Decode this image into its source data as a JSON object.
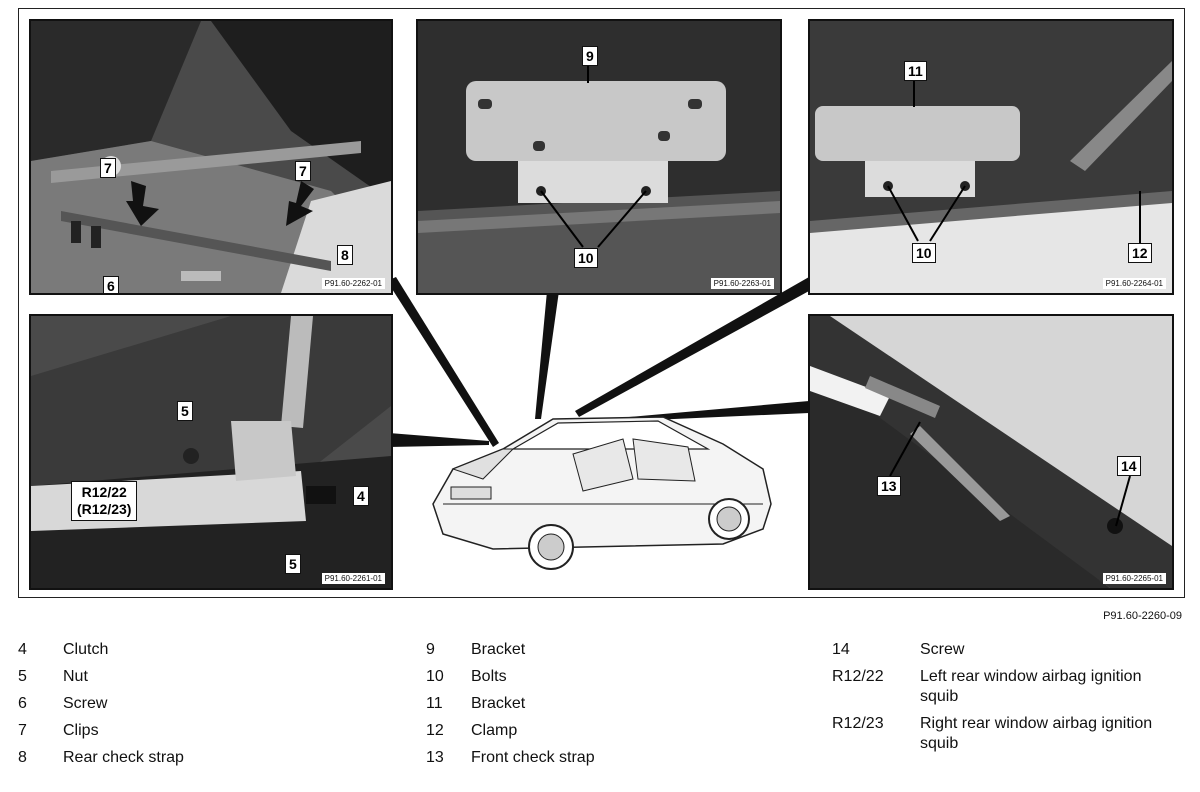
{
  "panels": [
    {
      "ref": "P91.60-2262-01",
      "callouts": [
        "7",
        "7",
        "8",
        "6"
      ]
    },
    {
      "ref": "P91.60-2263-01",
      "callouts": [
        "9",
        "10"
      ]
    },
    {
      "ref": "P91.60-2264-01",
      "callouts": [
        "11",
        "10",
        "12"
      ]
    },
    {
      "ref": "P91.60-2261-01",
      "callouts": [
        "5",
        "R12/22",
        "(R12/23)",
        "4",
        "5"
      ]
    },
    {
      "ref": "P91.60-2265-01",
      "callouts": [
        "13",
        "14"
      ]
    }
  ],
  "figure_id": "P91.60-2260-09",
  "legend": [
    [
      {
        "num": "4",
        "label": "Clutch"
      },
      {
        "num": "5",
        "label": "Nut"
      },
      {
        "num": "6",
        "label": "Screw"
      },
      {
        "num": "7",
        "label": "Clips"
      },
      {
        "num": "8",
        "label": "Rear check strap"
      }
    ],
    [
      {
        "num": "9",
        "label": "Bracket"
      },
      {
        "num": "10",
        "label": "Bolts"
      },
      {
        "num": "11",
        "label": "Bracket"
      },
      {
        "num": "12",
        "label": "Clamp"
      },
      {
        "num": "13",
        "label": "Front check strap"
      }
    ],
    [
      {
        "num": "14",
        "label": "Screw"
      },
      {
        "num": "R12/22",
        "label": "Left rear window airbag ignition squib"
      },
      {
        "num": "R12/23",
        "label": "Right rear window airbag ignition squib"
      }
    ]
  ]
}
